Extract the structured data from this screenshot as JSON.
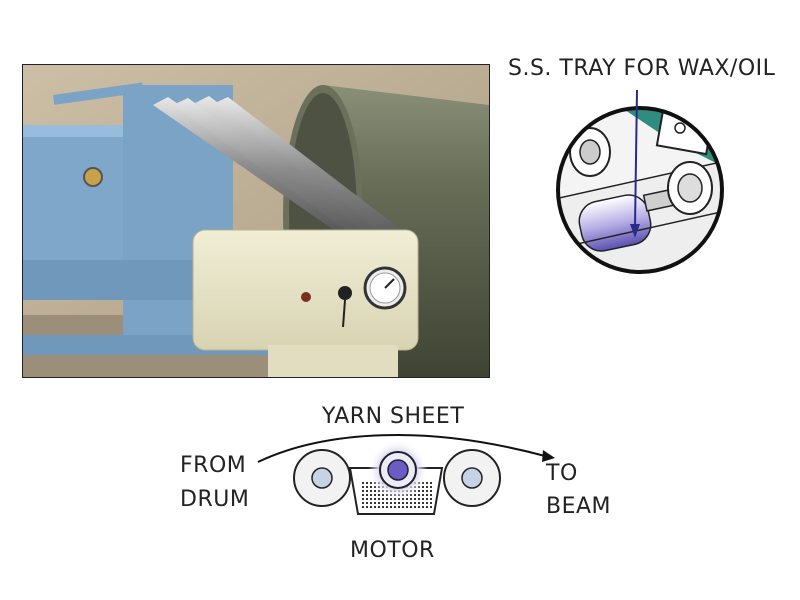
{
  "labels": {
    "tray": "S.S. TRAY FOR WAX/OIL",
    "yarn_sheet": "YARN SHEET",
    "from": "FROM",
    "drum": "DRUM",
    "to": "TO",
    "beam": "BEAM",
    "motor": "MOTOR"
  },
  "colors": {
    "machine_blue": "#7fa7c9",
    "drum_olive": "#5c6450",
    "panel_cream": "#e8e4c8",
    "tray_purple": "#5a4fb0",
    "arrow": "#2a2a8a"
  }
}
